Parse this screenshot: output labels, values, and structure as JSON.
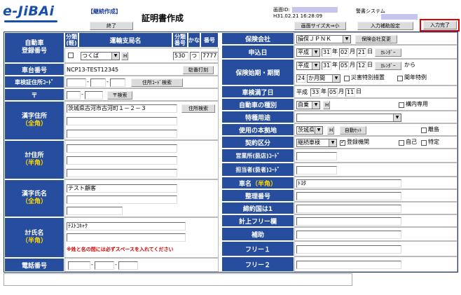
{
  "header": {
    "logo": "e-JiBAi",
    "mode": "【継続作成】",
    "title": "証明書作成",
    "end_label": "終了",
    "screen_id_label": "画面ID:",
    "timestamp": "H31.02.21 16:28:09",
    "system_label": "警書システム",
    "size_label": "画面サイズ大⇒小",
    "aux_label": "入力補助設定",
    "done_label": "入力完了"
  },
  "left": {
    "reg_label_1": "自動車",
    "reg_label_2": "登録番号",
    "col_class_small": "分類(軽)",
    "col_office": "運輸支局名",
    "col_class_no": "分類番号",
    "col_kana": "かな",
    "col_number": "番号",
    "office_value": "つくば",
    "h_glyph": "H",
    "class_no_value": "530",
    "kana_value": "つ",
    "number_value": "7777",
    "chassis_label": "車台番号",
    "chassis_value": "NCP13-TEST12345",
    "chassis_btn": "駐番打刻",
    "addr_code_label": "車検証住所ｺｰﾄﾞ",
    "addr_code_btn": "住所ｺｰﾄﾞ検索",
    "zip_label": "〒",
    "zip_btn": "〒検索",
    "kanji_addr_label": "漢字住所",
    "zenkaku": "（全角）",
    "kanji_addr_value": "茨城県古河市古河町１－２－３",
    "addr_search_btn": "住所検索",
    "kana_addr_label": "ｶﾅ住所",
    "hankaku": "（半角）",
    "kanji_name_label": "漢字氏名",
    "kanji_name_value": "テスト顧客",
    "kana_name_label": "ｶﾅ氏名",
    "kana_name_value": "ﾃｽﾄｺｷｬｸ",
    "name_note": "※姓と名の間には必ずスペースを入れてください",
    "tel_label": "電話番号"
  },
  "right": {
    "insurer_label": "保険会社",
    "insurer_value": "損保ＪＰＮＫ",
    "insurer_btn": "保険会社変更",
    "apply_label": "申込日",
    "era": "平成",
    "apply_y": "31",
    "apply_m": "02",
    "apply_d": "21",
    "year": "年",
    "month": "月",
    "day": "日",
    "cal_btn": "ｶﾚﾝﾀﾞｰ",
    "period_label": "保険始期・期間",
    "start_y": "31",
    "start_m": "05",
    "start_d": "12",
    "from": "から",
    "period_value": "24",
    "period_unit": "か月間",
    "disaster": "災害特別措置",
    "leap": "閏年特例",
    "expiry_label": "車検満了日",
    "expiry_text": "平成",
    "expiry_y": "33",
    "expiry_m": "05",
    "expiry_d": "11",
    "kind_label": "自動車の種別",
    "kind_value": "自乗",
    "premise_only": "構内専用",
    "use_label": "特種用途",
    "base_label": "使用の本拠地",
    "base_value": "茨城県",
    "auto_set_btn": "自動ｾｯﾄ",
    "island": "離島",
    "contract_label": "契約区分",
    "contract_value": "継続車検",
    "registered": "登録機関",
    "self": "自己",
    "specific": "特定",
    "office_code_label": "営業所(扱店)ｺｰﾄﾞ",
    "staff_code_label": "担当者(扱者)ｺｰﾄﾞ",
    "car_name_label": "車名",
    "hankaku": "（半角）",
    "car_name_value": "ﾄﾖﾀ",
    "serial_label": "整理番号",
    "ren_label": "締約国は1",
    "free_col_label": "計上フリー欄",
    "assist_label": "補助",
    "free1_label": "フリー１",
    "free2_label": "フリー２"
  },
  "colors": {
    "label_bg": "#264d9e",
    "accent_yellow": "#ffd800",
    "note_red": "#d40000",
    "mask": "#c8c4f0"
  }
}
